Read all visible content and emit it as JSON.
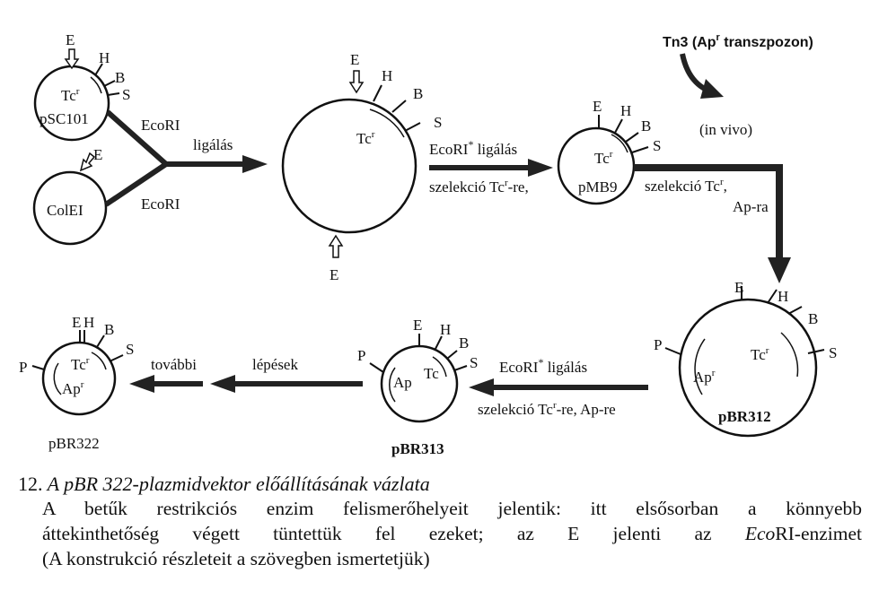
{
  "plasmids": {
    "psc101": {
      "name": "pSC101",
      "marker": "Tc",
      "sup": "r"
    },
    "colei": {
      "name": "ColEI"
    },
    "hybrid": {
      "marker": "Tc",
      "sup": "r"
    },
    "pmb9": {
      "name": "pMB9",
      "marker": "Tc",
      "sup": "r"
    },
    "pbr312": {
      "name": "pBR312",
      "marker1": "Ap",
      "marker2": "Tc",
      "sup": "r"
    },
    "pbr313": {
      "name": "pBR313",
      "marker1": "Ap",
      "marker2": "Tc"
    },
    "pbr322": {
      "name": "pBR322",
      "marker1": "Tc",
      "marker2": "Ap",
      "sup": "r"
    }
  },
  "sites": {
    "E": "E",
    "H": "H",
    "B": "B",
    "S": "S",
    "P": "P"
  },
  "steps": {
    "ecori": "EcoRI",
    "ligalas": "ligálás",
    "ecori_star": "EcoRI",
    "star": "*",
    "ligalas2": " ligálás",
    "szelekcio_tc": "szelekció Tc",
    "sup_r": "r",
    "re": "-re,",
    "szelekcio_tc2": "szelekció Tc",
    "comma": ",",
    "ap_ra": "Ap-ra",
    "tn3_a": "Tn3 (Ap",
    "tn3_b": " transzpozon)",
    "in_vivo": "(in vivo)",
    "szelekcio_tc3": "szelekció Tc",
    "re_ap_re": "-re, Ap-re",
    "lepesek": "lépések",
    "tovabbi": "további"
  },
  "caption": {
    "number": "12.",
    "title": "A pBR 322-plazmidvektor előállításának vázlata",
    "line1": "A betűk restrikciós enzim felismerőhelyeit jelentik: itt elsősorban a könnyebb",
    "line2a": "áttekinthetőség végett tüntettük fel ezeket; az E jelenti az ",
    "line2b": "Eco",
    "line2c": "RI-enzimet",
    "line3": "(A konstrukció részleteit a szövegben ismertetjük)"
  }
}
